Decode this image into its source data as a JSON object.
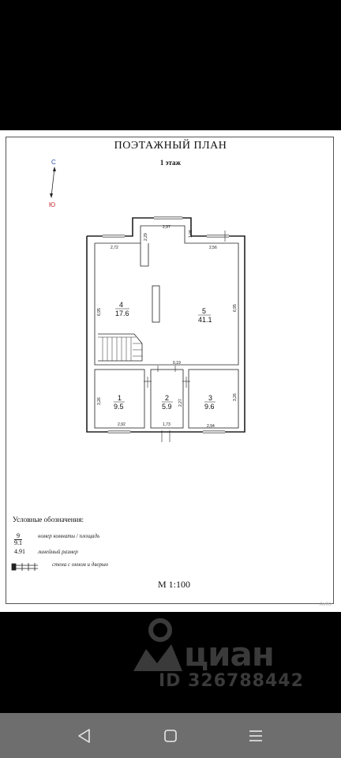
{
  "plan": {
    "title": "ПОЭТАЖНЫЙ ПЛАН",
    "floor": "1 этаж",
    "compass": {
      "north": "С",
      "south": "Ю"
    },
    "scale": "М 1:100",
    "watermark": "Avito"
  },
  "rooms": [
    {
      "number": "1",
      "area": "9.5"
    },
    {
      "number": "2",
      "area": "5.9"
    },
    {
      "number": "3",
      "area": "9.6"
    },
    {
      "number": "4",
      "area": "17.6"
    },
    {
      "number": "5",
      "area": "41.1"
    }
  ],
  "dimensions": {
    "d297": "2,97",
    "d229": "2,29",
    "d108": "1,08",
    "d272": "2,72",
    "d256": "2,56",
    "d695a": "6,95",
    "d695b": "6,95",
    "d019": "0,19",
    "d326a": "3,26",
    "d227": "2,27",
    "d326b": "3,26",
    "d292": "2,92",
    "d173": "1,73",
    "d294": "2,94"
  },
  "legend": {
    "title": "Условные обозначения:",
    "fraction_top": "9",
    "fraction_bottom": "9.1",
    "fraction_desc": "номер комнаты / площадь",
    "linear_value": "4.91",
    "linear_desc": "линейный размер",
    "wall_desc": "стена с окном и дверью"
  },
  "brand": {
    "name": "циан",
    "id": "ID 326788442"
  },
  "navbar": {
    "back": "back-icon",
    "home": "home-icon",
    "menu": "menu-icon"
  }
}
